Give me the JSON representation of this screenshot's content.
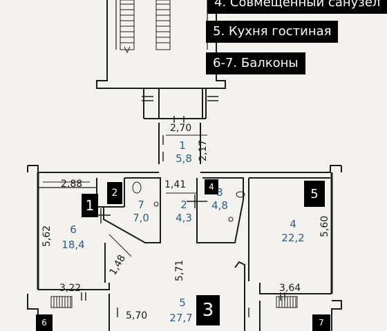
{
  "legend": {
    "item_top": "4. Совмещенный санузел",
    "item_kitchen": "5. Кухня гостиная",
    "item_balcony": "6-7. Балконы"
  },
  "markers": {
    "m1": "1",
    "m2": "2",
    "m3": "3",
    "m4": "4",
    "m5": "5",
    "m6": "6",
    "m7": "7"
  },
  "plan": {
    "dimensions": {
      "corridor_width": "2,70",
      "corridor_depth": "2,17",
      "hall_width": "1,41",
      "room6_width": "2,88",
      "room6_depth": "5,62",
      "diagonal": "1,48",
      "hall_length": "5,71",
      "room4_depth": "5,60",
      "balcony_left": "3,22",
      "balcony_right": "3,64",
      "kitchen_depth": "5,70"
    },
    "rooms": [
      {
        "number": "1",
        "area": "5,8"
      },
      {
        "number": "2",
        "area": "4,3"
      },
      {
        "number": "3",
        "area": "4,8"
      },
      {
        "number": "4",
        "area": "22,2"
      },
      {
        "number": "5",
        "area": "27,7"
      },
      {
        "number": "6",
        "area": "18,4"
      },
      {
        "number": "7",
        "area": "7,0"
      }
    ]
  }
}
